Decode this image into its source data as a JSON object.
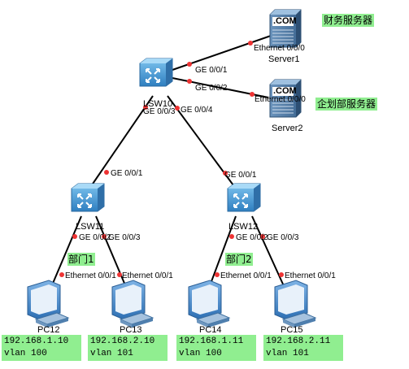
{
  "devices": {
    "lsw10": "LSW10",
    "lsw11": "LSW11",
    "lsw12": "LSW12",
    "server1": "Server1",
    "server2": "Server2",
    "pc12": "PC12",
    "pc13": "PC13",
    "pc14": "PC14",
    "pc15": "PC15",
    "server_logo": ".COM"
  },
  "ports": {
    "lsw10_ge001": "GE 0/0/1",
    "lsw10_ge002": "GE 0/0/2",
    "lsw10_ge003": "GE 0/0/3",
    "lsw10_ge004": "GE 0/0/4",
    "server1_eth": "Ethernet 0/0/0",
    "server2_eth": "Ethernet 0/0/0",
    "lsw11_ge001": "GE 0/0/1",
    "lsw11_ge002": "GE 0/0/2",
    "lsw11_ge003": "GE 0/0/3",
    "lsw12_ge001": "GE 0/0/1",
    "lsw12_ge002": "GE 0/0/2",
    "lsw12_ge003": "GE 0/0/3",
    "pc12_eth": "Ethernet 0/0/1",
    "pc13_eth": "Ethernet 0/0/1",
    "pc14_eth": "Ethernet 0/0/1",
    "pc15_eth": "Ethernet 0/0/1"
  },
  "labels": {
    "finance_servers": "财务服务器",
    "planning_servers": "企划部服务器",
    "dept1": "部门1",
    "dept2": "部门2"
  },
  "hosts": {
    "pc12": {
      "ip": "192.168.1.10",
      "vlan": "vlan 100"
    },
    "pc13": {
      "ip": "192.168.2.10",
      "vlan": "vlan 101"
    },
    "pc14": {
      "ip": "192.168.1.11",
      "vlan": "vlan 100"
    },
    "pc15": {
      "ip": "192.168.2.11",
      "vlan": "vlan 101"
    }
  },
  "colors": {
    "highlight": "#90ee90",
    "port_dot": "#ee3333",
    "switch": "#4a9fd8",
    "server": "#5a86b0"
  }
}
